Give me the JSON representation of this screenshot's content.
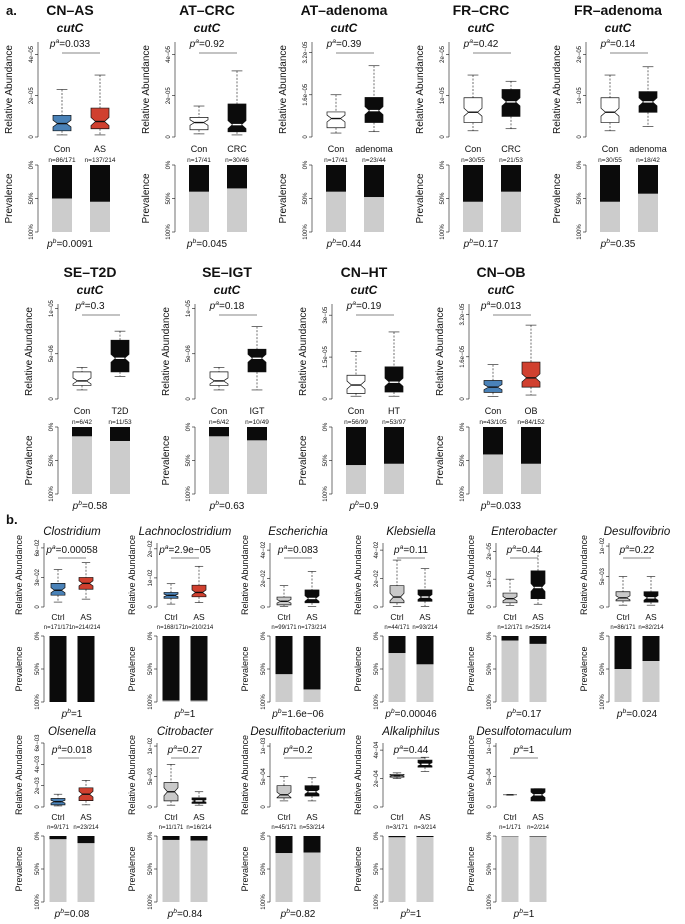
{
  "panel_labels": [
    "a.",
    "b."
  ],
  "colors": {
    "blue": "#4a82b8",
    "red": "#d0402f",
    "black": "#0b0b0b",
    "white": "#ffffff",
    "gray": "#c9c9c9",
    "absent_gray": "#cccccc"
  },
  "common": {
    "y_abundance": "Relative Abundance",
    "y_prevalence": "Prevalence",
    "prev_ticks": [
      "0%",
      "50%",
      "100%"
    ]
  },
  "row1": [
    {
      "title": "CN–AS",
      "gene": "cutC",
      "pa": "0.033",
      "pb": "0.0091",
      "ctrl": "Con",
      "case": "AS",
      "nc": "n=86/171",
      "nk": "n=137/214",
      "yticks": [
        "0",
        "2e−05",
        "4e−05"
      ],
      "ymax": 4.6e-05,
      "cc": "blue",
      "kc": "red",
      "ctrl_box": [
        1e-06,
        3e-06,
        6.5e-06,
        1.05e-05,
        2.3e-05
      ],
      "case_box": [
        1e-06,
        4e-06,
        7.5e-06,
        1.4e-05,
        3e-05
      ],
      "prev": [
        0.5,
        0.55
      ]
    },
    {
      "title": "AT–CRC",
      "gene": "cutC",
      "pa": "0.92",
      "pb": "0.045",
      "ctrl": "Con",
      "case": "CRC",
      "nc": "n=17/41",
      "nk": "n=30/46",
      "yticks": [
        "0",
        "2e−05",
        "4e−05"
      ],
      "ymax": 4.6e-05,
      "cc": "white",
      "kc": "black",
      "ctrl_box": [
        1.5e-06,
        3.5e-06,
        7e-06,
        9.5e-06,
        1.5e-05
      ],
      "case_box": [
        1e-06,
        2.5e-06,
        6e-06,
        1.6e-05,
        3.2e-05
      ],
      "prev": [
        0.4,
        0.35
      ]
    },
    {
      "title": "AT–adenoma",
      "gene": "cutC",
      "pa": "0.39",
      "pb": "0.44",
      "ctrl": "Con",
      "case": "adenoma",
      "nc": "n=17/41",
      "nk": "n=23/44",
      "yticks": [
        "0",
        "1.6e−05",
        "3.2e−05"
      ],
      "ymax": 3.6e-05,
      "cc": "white",
      "kc": "black",
      "ctrl_box": [
        1.5e-06,
        3.5e-06,
        7e-06,
        9.5e-06,
        1.6e-05
      ],
      "case_box": [
        2e-06,
        5.5e-06,
        1e-05,
        1.5e-05,
        2.7e-05
      ],
      "prev": [
        0.4,
        0.48
      ]
    },
    {
      "title": "FR–CRC",
      "gene": "cutC",
      "pa": "0.42",
      "pb": "0.17",
      "ctrl": "Con",
      "case": "CRC",
      "nc": "n=30/55",
      "nk": "n=21/53",
      "yticks": [
        "0",
        "1e−05",
        "2e−05"
      ],
      "ymax": 2.3e-05,
      "cc": "white",
      "kc": "black",
      "ctrl_box": [
        1.5e-06,
        3.5e-06,
        6e-06,
        9.5e-06,
        1.5e-05
      ],
      "case_box": [
        2e-06,
        5e-06,
        8.5e-06,
        1.15e-05,
        1.35e-05
      ],
      "prev": [
        0.55,
        0.4
      ]
    },
    {
      "title": "FR–adenoma",
      "gene": "cutC",
      "pa": "0.14",
      "pb": "0.35",
      "ctrl": "Con",
      "case": "adenoma",
      "nc": "n=30/55",
      "nk": "n=18/42",
      "yticks": [
        "0",
        "1e−05",
        "2e−05"
      ],
      "ymax": 2.3e-05,
      "cc": "white",
      "kc": "black",
      "ctrl_box": [
        1.5e-06,
        3.5e-06,
        6e-06,
        9.5e-06,
        1.5e-05
      ],
      "case_box": [
        2.5e-06,
        6e-06,
        8.5e-06,
        1.1e-05,
        1.7e-05
      ],
      "prev": [
        0.55,
        0.43
      ]
    }
  ],
  "row2": [
    {
      "title": "SE–T2D",
      "gene": "cutC",
      "pa": "0.3",
      "pb": "0.58",
      "ctrl": "Con",
      "case": "T2D",
      "nc": "n=6/42",
      "nk": "n=11/53",
      "yticks": [
        "0",
        "5e−06",
        "1e−05"
      ],
      "ymax": 1.05e-05,
      "cc": "white",
      "kc": "black",
      "ctrl_box": [
        1e-06,
        1.5e-06,
        2e-06,
        3e-06,
        3.5e-06
      ],
      "case_box": [
        2.5e-06,
        3e-06,
        4.5e-06,
        6.5e-06,
        7.5e-06
      ],
      "prev": [
        0.14,
        0.21
      ]
    },
    {
      "title": "SE–IGT",
      "gene": "cutC",
      "pa": "0.18",
      "pb": "0.63",
      "ctrl": "Con",
      "case": "IGT",
      "nc": "n=6/42",
      "nk": "n=10/49",
      "yticks": [
        "0",
        "5e−06",
        "1e−05"
      ],
      "ymax": 1.05e-05,
      "cc": "white",
      "kc": "black",
      "ctrl_box": [
        1e-06,
        1.5e-06,
        2e-06,
        3e-06,
        3.5e-06
      ],
      "case_box": [
        1e-06,
        3e-06,
        4.5e-06,
        5.5e-06,
        8e-06
      ],
      "prev": [
        0.14,
        0.2
      ]
    },
    {
      "title": "CN–HT",
      "gene": "cutC",
      "pa": "0.19",
      "pb": "0.9",
      "ctrl": "Con",
      "case": "HT",
      "nc": "n=56/99",
      "nk": "n=53/97",
      "yticks": [
        "0",
        "1.5e−05",
        "3e−05"
      ],
      "ymax": 3.4e-05,
      "cc": "white",
      "kc": "black",
      "ctrl_box": [
        1e-06,
        2e-06,
        5e-06,
        8.5e-06,
        1.7e-05
      ],
      "case_box": [
        1e-06,
        2.5e-06,
        6e-06,
        1.15e-05,
        2.4e-05
      ],
      "prev": [
        0.57,
        0.55
      ]
    },
    {
      "title": "CN–OB",
      "gene": "cutC",
      "pa": "0.013",
      "pb": "0.033",
      "ctrl": "Con",
      "case": "OB",
      "nc": "n=43/105",
      "nk": "n=84/152",
      "yticks": [
        "0",
        "1.6e−05",
        "3.2e−05"
      ],
      "ymax": 3.6e-05,
      "cc": "blue",
      "kc": "red",
      "ctrl_box": [
        1e-06,
        2.5e-06,
        4.5e-06,
        7e-06,
        1.3e-05
      ],
      "case_box": [
        1.5e-06,
        4.5e-06,
        8e-06,
        1.4e-05,
        2.8e-05
      ],
      "prev": [
        0.41,
        0.55
      ]
    }
  ],
  "row3": [
    {
      "title": "Clostridium",
      "pa": "0.00058",
      "pb": "1",
      "ctrl": "Ctrl",
      "case": "AS",
      "nc": "n=171/171",
      "nk": "n=214/214",
      "yticks": [
        "0",
        "3e−02",
        "6e−02"
      ],
      "ymax": 0.065,
      "cc": "blue",
      "kc": "red",
      "ctrl_box": [
        0.005,
        0.012,
        0.017,
        0.024,
        0.038
      ],
      "case_box": [
        0.008,
        0.018,
        0.024,
        0.03,
        0.045
      ],
      "prev": [
        1.0,
        1.0
      ]
    },
    {
      "title": "Lachnoclostridium",
      "pa": "2.9e−05",
      "pb": "1",
      "ctrl": "Ctrl",
      "case": "AS",
      "nc": "n=168/171",
      "nk": "n=210/214",
      "yticks": [
        "0",
        "1e−02",
        "2e−02"
      ],
      "ymax": 0.022,
      "cc": "blue",
      "kc": "red",
      "ctrl_box": [
        0.001,
        0.003,
        0.004,
        0.005,
        0.008
      ],
      "case_box": [
        0.0015,
        0.0035,
        0.005,
        0.0075,
        0.014
      ],
      "prev": [
        0.98,
        0.98
      ]
    },
    {
      "title": "Escherichia",
      "pa": "0.083",
      "pb": "1.6e−06",
      "ctrl": "Ctrl",
      "case": "AS",
      "nc": "n=99/171",
      "nk": "n=173/214",
      "yticks": [
        "0",
        "2e−02",
        "4e−02"
      ],
      "ymax": 0.045,
      "cc": "gray",
      "kc": "black",
      "ctrl_box": [
        0.0005,
        0.0015,
        0.004,
        0.007,
        0.015
      ],
      "case_box": [
        0.0005,
        0.003,
        0.006,
        0.012,
        0.025
      ],
      "prev": [
        0.58,
        0.81
      ]
    },
    {
      "title": "Klebsiella",
      "pa": "0.11",
      "pb": "0.00046",
      "ctrl": "Ctrl",
      "case": "AS",
      "nc": "n=44/171",
      "nk": "n=93/214",
      "yticks": [
        "0",
        "2e−02",
        "4e−02"
      ],
      "ymax": 0.045,
      "cc": "gray",
      "kc": "black",
      "ctrl_box": [
        0.0005,
        0.003,
        0.007,
        0.015,
        0.033
      ],
      "case_box": [
        0.0005,
        0.004,
        0.007,
        0.012,
        0.027
      ],
      "prev": [
        0.26,
        0.43
      ]
    },
    {
      "title": "Enterobacter",
      "pa": "0.44",
      "pb": "0.17",
      "ctrl": "Ctrl",
      "case": "AS",
      "nc": "n=12/171",
      "nk": "n=25/214",
      "yticks": [
        "0",
        "1e−05",
        "2e−05"
      ],
      "ymax": 2.3e-05,
      "cc": "gray",
      "kc": "black",
      "ctrl_box": [
        5e-07,
        1.5e-06,
        3e-06,
        5e-06,
        1e-05
      ],
      "case_box": [
        1e-06,
        3e-06,
        7e-06,
        1.3e-05,
        2e-05
      ],
      "prev": [
        0.07,
        0.12
      ]
    },
    {
      "title": "Desulfovibrio",
      "pa": "0.22",
      "pb": "0.024",
      "ctrl": "Ctrl",
      "case": "AS",
      "nc": "n=86/171",
      "nk": "n=82/214",
      "yticks": [
        "0",
        "5e−03",
        "1e−02"
      ],
      "ymax": 0.0105,
      "cc": "gray",
      "kc": "black",
      "ctrl_box": [
        0.0003,
        0.001,
        0.0015,
        0.0025,
        0.005
      ],
      "case_box": [
        0.0003,
        0.0008,
        0.0015,
        0.0025,
        0.005
      ],
      "prev": [
        0.5,
        0.38
      ]
    }
  ],
  "row4": [
    {
      "title": "Olsenella",
      "pa": "0.018",
      "pb": "0.08",
      "ctrl": "Ctrl",
      "case": "AS",
      "nc": "n=9/171",
      "nk": "n=23/214",
      "yticks": [
        "0",
        "2e−03",
        "4e−03",
        "6e−03"
      ],
      "ymax": 0.006,
      "cc": "blue",
      "kc": "red",
      "ctrl_box": [
        0.0001,
        0.0002,
        0.0005,
        0.0008,
        0.0012
      ],
      "case_box": [
        0.0002,
        0.0006,
        0.0012,
        0.0018,
        0.0025
      ],
      "prev": [
        0.05,
        0.11
      ]
    },
    {
      "title": "Citrobacter",
      "pa": "0.27",
      "pb": "0.84",
      "ctrl": "Ctrl",
      "case": "AS",
      "nc": "n=11/171",
      "nk": "n=16/214",
      "yticks": [
        "0",
        "5e−03",
        "1e−02"
      ],
      "ymax": 0.0105,
      "cc": "gray",
      "kc": "black",
      "ctrl_box": [
        0.0003,
        0.001,
        0.0025,
        0.004,
        0.007
      ],
      "case_box": [
        0.0003,
        0.0006,
        0.001,
        0.0015,
        0.0025
      ],
      "prev": [
        0.06,
        0.07
      ]
    },
    {
      "title": "Desulfitobacterium",
      "pa": "0.2",
      "pb": "0.82",
      "ctrl": "Ctrl",
      "case": "AS",
      "nc": "n=45/171",
      "nk": "n=53/214",
      "yticks": [
        "0",
        "5e−04",
        "1e−03"
      ],
      "ymax": 0.00105,
      "cc": "gray",
      "kc": "black",
      "ctrl_box": [
        0.0001,
        0.00015,
        0.0002,
        0.00035,
        0.0005
      ],
      "case_box": [
        0.0001,
        0.00018,
        0.00025,
        0.00035,
        0.00048
      ],
      "prev": [
        0.26,
        0.25
      ]
    },
    {
      "title": "Alkaliphilus",
      "pa": "0.44",
      "pb": "1",
      "ctrl": "Ctrl",
      "case": "AS",
      "nc": "n=3/171",
      "nk": "n=3/214",
      "yticks": [
        "0",
        "2e−04",
        "4e−04"
      ],
      "ymax": 0.00045,
      "cc": "gray",
      "kc": "black",
      "ctrl_box": [
        0.0002,
        0.00021,
        0.00022,
        0.00023,
        0.00024
      ],
      "case_box": [
        0.00025,
        0.00028,
        0.0003,
        0.00033,
        0.00035
      ],
      "prev": [
        0.02,
        0.015
      ]
    },
    {
      "title": "Desulfotomaculum",
      "pa": "1",
      "pb": "1",
      "ctrl": "Ctrl",
      "case": "AS",
      "nc": "n=1/171",
      "nk": "n=2/214",
      "yticks": [
        "0",
        "5e−04",
        "1e−03"
      ],
      "ymax": 0.00105,
      "cc": "gray",
      "kc": "black",
      "ctrl_box": [
        0.0002,
        0.0002,
        0.0002,
        0.0002,
        0.0002
      ],
      "case_box": [
        0.0001,
        0.0001,
        0.0002,
        0.0003,
        0.0003
      ],
      "prev": [
        0.006,
        0.009
      ]
    }
  ]
}
